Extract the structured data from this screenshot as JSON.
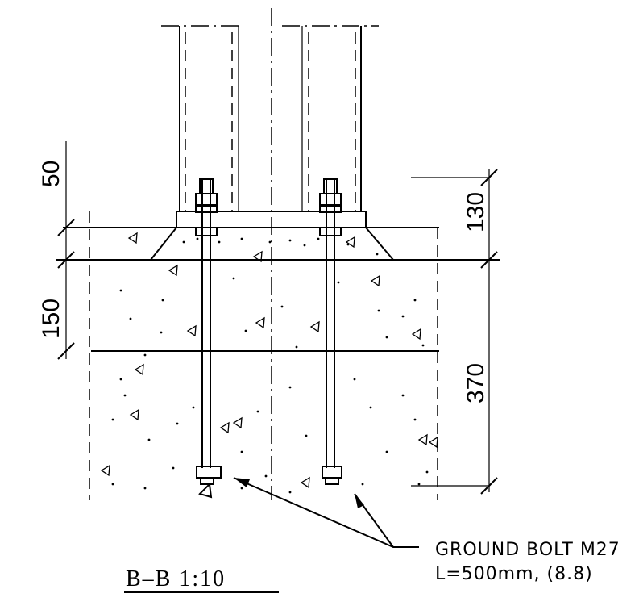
{
  "dimensions": {
    "d50": "50",
    "d150": "150",
    "d130": "130",
    "d370": "370"
  },
  "note": {
    "line1": "GROUND BOLT M27",
    "line2": "L=500mm, (8.8)"
  },
  "title": "B–B   1:10"
}
